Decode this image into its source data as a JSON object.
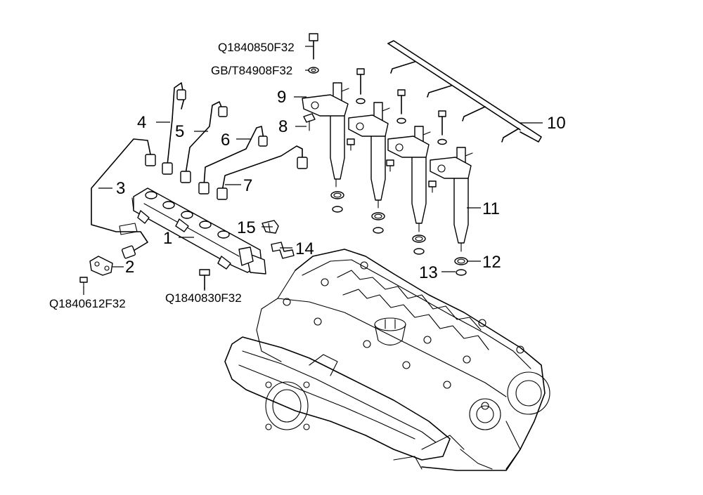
{
  "callouts": {
    "c1": "1",
    "c2": "2",
    "c3": "3",
    "c4": "4",
    "c5": "5",
    "c6": "6",
    "c7": "7",
    "c8": "8",
    "c9": "9",
    "c10": "10",
    "c11": "11",
    "c12": "12",
    "c13": "13",
    "c14": "14",
    "c15": "15"
  },
  "codes": {
    "bolt_top": "Q1840850F32",
    "washer_top": "GB/T84908F32",
    "bolt_small": "Q1840612F32",
    "bolt_rail": "Q1840830F32"
  },
  "style": {
    "line_color": "#000000",
    "background": "#ffffff"
  }
}
